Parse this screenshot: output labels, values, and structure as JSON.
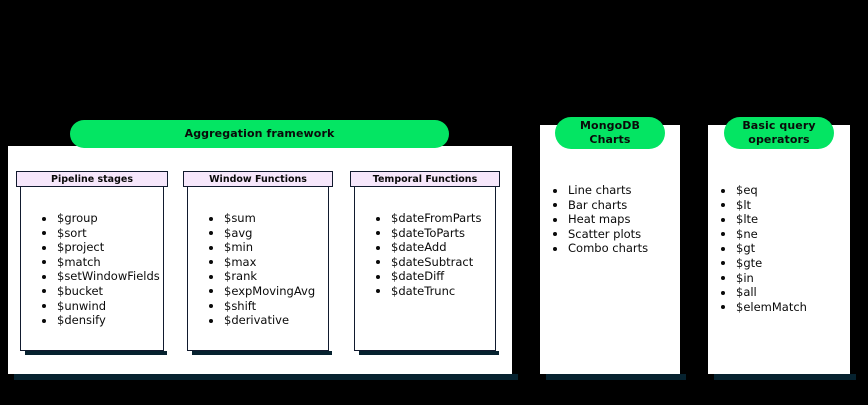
{
  "theme": {
    "background": "#000000",
    "panel_bg": "#ffffff",
    "accent_green": "#04e563",
    "header_lavender": "#f6e7fb",
    "shadow_navy": "#06222f",
    "text": "#0a0a0a"
  },
  "panels": {
    "aggregation": {
      "pill_label": "Aggregation framework",
      "cards": [
        {
          "id": "pipeline",
          "header": "Pipeline stages",
          "items": [
            "$group",
            "$sort",
            "$project",
            "$match",
            "$setWindowFields",
            "$bucket",
            "$unwind",
            "$densify"
          ]
        },
        {
          "id": "window",
          "header": "Window Functions",
          "items": [
            "$sum",
            "$avg",
            "$min",
            "$max",
            "$rank",
            "$expMovingAvg",
            "$shift",
            "$derivative"
          ]
        },
        {
          "id": "temporal",
          "header": "Temporal Functions",
          "items": [
            "$dateFromParts",
            "$dateToParts",
            "$dateAdd",
            "$dateSubtract",
            "$dateDiff",
            "$dateTrunc"
          ]
        }
      ]
    },
    "charts": {
      "pill_line1": "MongoDB",
      "pill_line2": "Charts",
      "items": [
        "Line charts",
        "Bar charts",
        "Heat maps",
        "Scatter plots",
        "Combo charts"
      ]
    },
    "operators": {
      "pill_line1": "Basic query",
      "pill_line2": "operators",
      "items": [
        "$eq",
        "$lt",
        "$lte",
        "$ne",
        "$gt",
        "$gte",
        "$in",
        "$all",
        "$elemMatch"
      ]
    }
  }
}
